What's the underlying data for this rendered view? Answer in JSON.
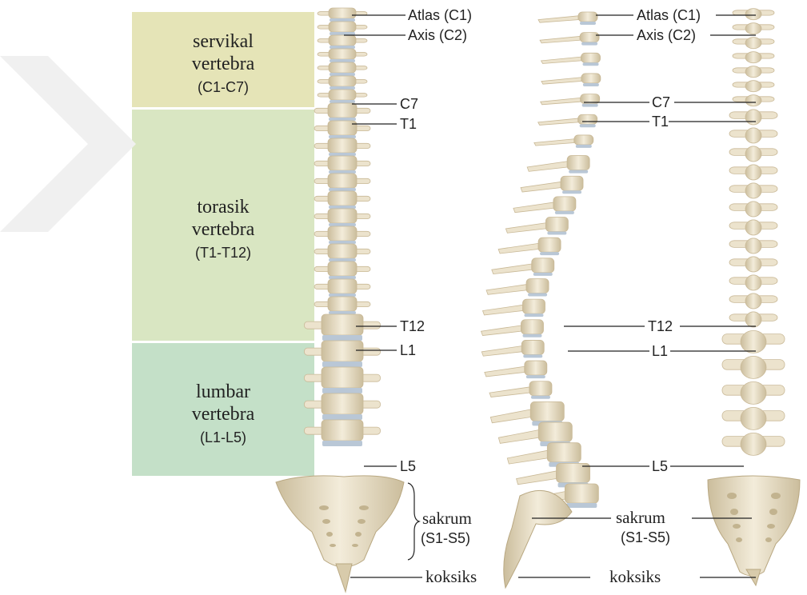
{
  "regions": {
    "cervical": {
      "title_1": "servikal",
      "title_2": "vertebra",
      "range": "(C1-C7)"
    },
    "thoracic": {
      "title_1": "torasik",
      "title_2": "vertebra",
      "range": "(T1-T12)"
    },
    "lumbar": {
      "title_1": "lumbar",
      "title_2": "vertebra",
      "range": "(L1-L5)"
    }
  },
  "labels": {
    "atlas": "Atlas (C1)",
    "axis": "Axis (C2)",
    "c7": "C7",
    "t1": "T1",
    "t12": "T12",
    "l1": "L1",
    "l5": "L5",
    "sacrum": "sakrum",
    "sacrum_range": "(S1-S5)",
    "coccyx": "koksiks"
  },
  "colors": {
    "cervical_band": "#e5e4b7",
    "thoracic_band": "#d9e6c2",
    "lumbar_band": "#c4e0c8",
    "bone": "#ece3cd",
    "bone_shadow": "#c9b997",
    "disc": "#b9c7d6"
  }
}
